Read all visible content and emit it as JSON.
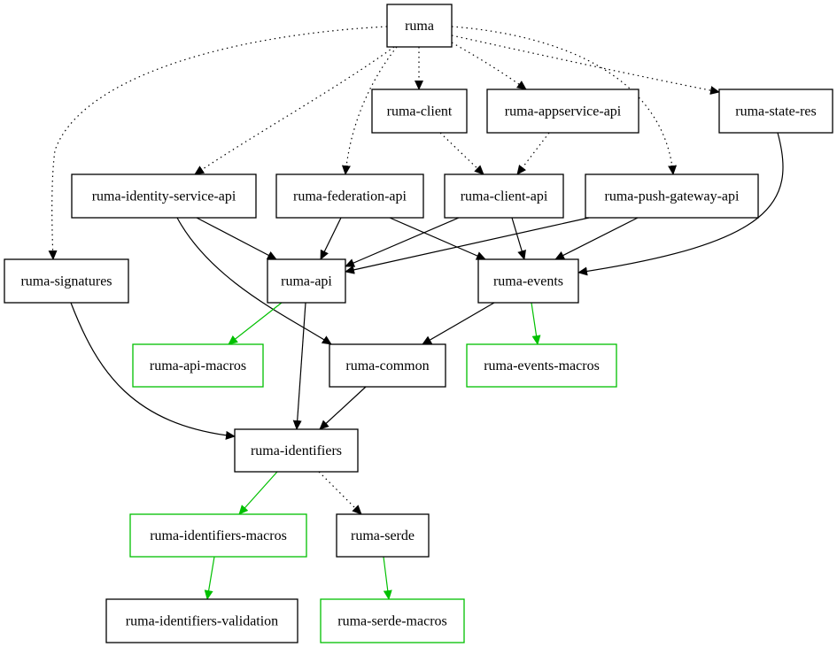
{
  "colors": {
    "normal": "#000000",
    "macro": "#00c000",
    "background": "#ffffff"
  },
  "nodes": [
    {
      "id": "ruma",
      "label": "ruma",
      "style": "normal"
    },
    {
      "id": "ruma-client",
      "label": "ruma-client",
      "style": "normal"
    },
    {
      "id": "ruma-appservice-api",
      "label": "ruma-appservice-api",
      "style": "normal"
    },
    {
      "id": "ruma-state-res",
      "label": "ruma-state-res",
      "style": "normal"
    },
    {
      "id": "ruma-identity-service-api",
      "label": "ruma-identity-service-api",
      "style": "normal"
    },
    {
      "id": "ruma-federation-api",
      "label": "ruma-federation-api",
      "style": "normal"
    },
    {
      "id": "ruma-client-api",
      "label": "ruma-client-api",
      "style": "normal"
    },
    {
      "id": "ruma-push-gateway-api",
      "label": "ruma-push-gateway-api",
      "style": "normal"
    },
    {
      "id": "ruma-signatures",
      "label": "ruma-signatures",
      "style": "normal"
    },
    {
      "id": "ruma-api",
      "label": "ruma-api",
      "style": "normal"
    },
    {
      "id": "ruma-events",
      "label": "ruma-events",
      "style": "normal"
    },
    {
      "id": "ruma-api-macros",
      "label": "ruma-api-macros",
      "style": "macro"
    },
    {
      "id": "ruma-common",
      "label": "ruma-common",
      "style": "normal"
    },
    {
      "id": "ruma-events-macros",
      "label": "ruma-events-macros",
      "style": "macro"
    },
    {
      "id": "ruma-identifiers",
      "label": "ruma-identifiers",
      "style": "normal"
    },
    {
      "id": "ruma-identifiers-macros",
      "label": "ruma-identifiers-macros",
      "style": "macro"
    },
    {
      "id": "ruma-serde",
      "label": "ruma-serde",
      "style": "normal"
    },
    {
      "id": "ruma-identifiers-validation",
      "label": "ruma-identifiers-validation",
      "style": "normal"
    },
    {
      "id": "ruma-serde-macros",
      "label": "ruma-serde-macros",
      "style": "macro"
    }
  ],
  "edges": [
    {
      "from": "ruma",
      "to": "ruma-client",
      "style": "dotted"
    },
    {
      "from": "ruma",
      "to": "ruma-appservice-api",
      "style": "dotted"
    },
    {
      "from": "ruma",
      "to": "ruma-state-res",
      "style": "dotted"
    },
    {
      "from": "ruma",
      "to": "ruma-identity-service-api",
      "style": "dotted"
    },
    {
      "from": "ruma",
      "to": "ruma-federation-api",
      "style": "dotted"
    },
    {
      "from": "ruma",
      "to": "ruma-push-gateway-api",
      "style": "dotted"
    },
    {
      "from": "ruma",
      "to": "ruma-signatures",
      "style": "dotted"
    },
    {
      "from": "ruma-client",
      "to": "ruma-client-api",
      "style": "dotted"
    },
    {
      "from": "ruma-appservice-api",
      "to": "ruma-client-api",
      "style": "dotted"
    },
    {
      "from": "ruma-identity-service-api",
      "to": "ruma-api",
      "style": "solid"
    },
    {
      "from": "ruma-identity-service-api",
      "to": "ruma-common",
      "style": "solid"
    },
    {
      "from": "ruma-federation-api",
      "to": "ruma-api",
      "style": "solid"
    },
    {
      "from": "ruma-federation-api",
      "to": "ruma-events",
      "style": "solid"
    },
    {
      "from": "ruma-client-api",
      "to": "ruma-api",
      "style": "solid"
    },
    {
      "from": "ruma-client-api",
      "to": "ruma-events",
      "style": "solid"
    },
    {
      "from": "ruma-push-gateway-api",
      "to": "ruma-api",
      "style": "solid"
    },
    {
      "from": "ruma-push-gateway-api",
      "to": "ruma-events",
      "style": "solid"
    },
    {
      "from": "ruma-state-res",
      "to": "ruma-events",
      "style": "solid"
    },
    {
      "from": "ruma-signatures",
      "to": "ruma-identifiers",
      "style": "solid"
    },
    {
      "from": "ruma-api",
      "to": "ruma-api-macros",
      "style": "macro"
    },
    {
      "from": "ruma-api",
      "to": "ruma-identifiers",
      "style": "solid"
    },
    {
      "from": "ruma-events",
      "to": "ruma-common",
      "style": "solid"
    },
    {
      "from": "ruma-events",
      "to": "ruma-events-macros",
      "style": "macro"
    },
    {
      "from": "ruma-common",
      "to": "ruma-identifiers",
      "style": "solid"
    },
    {
      "from": "ruma-identifiers",
      "to": "ruma-identifiers-macros",
      "style": "macro"
    },
    {
      "from": "ruma-identifiers",
      "to": "ruma-serde",
      "style": "dotted"
    },
    {
      "from": "ruma-identifiers-macros",
      "to": "ruma-identifiers-validation",
      "style": "macro"
    },
    {
      "from": "ruma-serde",
      "to": "ruma-serde-macros",
      "style": "macro"
    }
  ]
}
